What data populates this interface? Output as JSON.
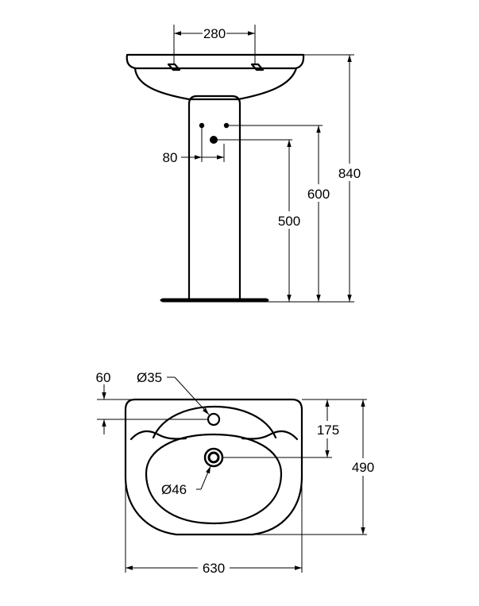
{
  "front_view": {
    "width_between_taps": "280",
    "waste_offset": "80",
    "waste_height": "500",
    "supply_height": "600",
    "overall_height": "840"
  },
  "top_view": {
    "tap_hole_offset": "60",
    "tap_hole_diameter": "Ø35",
    "bowl_depth_offset": "175",
    "overall_depth": "490",
    "waste_diameter": "Ø46",
    "overall_width": "630"
  }
}
